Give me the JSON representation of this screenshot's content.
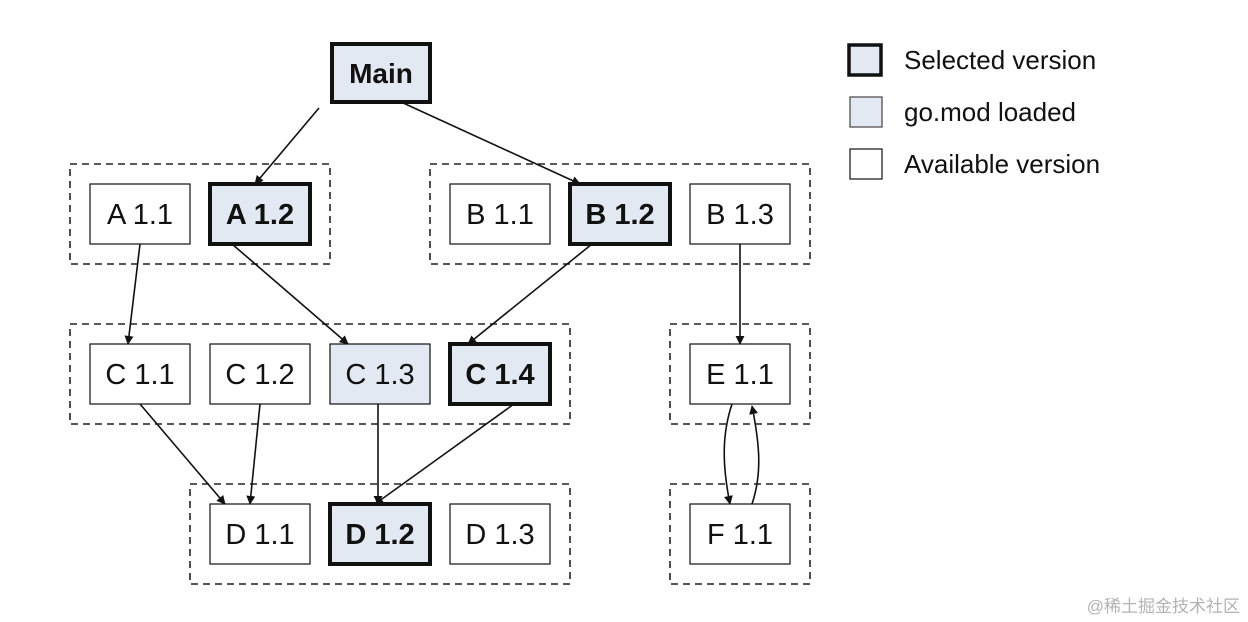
{
  "colors": {
    "selected_fill": "#e2e9f2",
    "loaded_fill": "#e2e9f2",
    "available_fill": "#ffffff",
    "stroke": "#111111",
    "watermark": "#b3b3b3"
  },
  "legend": {
    "selected": "Selected version",
    "loaded": "go.mod loaded",
    "available": "Available version"
  },
  "nodes": {
    "main": {
      "label": "Main",
      "state": "selected"
    },
    "a11": {
      "label": "A 1.1",
      "state": "available"
    },
    "a12": {
      "label": "A 1.2",
      "state": "selected"
    },
    "b11": {
      "label": "B 1.1",
      "state": "available"
    },
    "b12": {
      "label": "B 1.2",
      "state": "selected"
    },
    "b13": {
      "label": "B 1.3",
      "state": "available"
    },
    "c11": {
      "label": "C 1.1",
      "state": "available"
    },
    "c12": {
      "label": "C 1.2",
      "state": "available"
    },
    "c13": {
      "label": "C 1.3",
      "state": "loaded"
    },
    "c14": {
      "label": "C 1.4",
      "state": "selected"
    },
    "e11": {
      "label": "E 1.1",
      "state": "available"
    },
    "d11": {
      "label": "D 1.1",
      "state": "available"
    },
    "d12": {
      "label": "D 1.2",
      "state": "selected"
    },
    "d13": {
      "label": "D 1.3",
      "state": "available"
    },
    "f11": {
      "label": "F 1.1",
      "state": "available"
    }
  },
  "edges": [
    {
      "from": "main",
      "to": "a12"
    },
    {
      "from": "main",
      "to": "b12"
    },
    {
      "from": "a11",
      "to": "c11"
    },
    {
      "from": "a12",
      "to": "c13"
    },
    {
      "from": "b12",
      "to": "c14"
    },
    {
      "from": "b13",
      "to": "e11"
    },
    {
      "from": "c11",
      "to": "d11"
    },
    {
      "from": "c12",
      "to": "d11"
    },
    {
      "from": "c13",
      "to": "d12"
    },
    {
      "from": "c14",
      "to": "d12"
    },
    {
      "from": "e11",
      "to": "f11"
    },
    {
      "from": "f11",
      "to": "e11"
    }
  ],
  "watermark": "@稀土掘金技术社区"
}
